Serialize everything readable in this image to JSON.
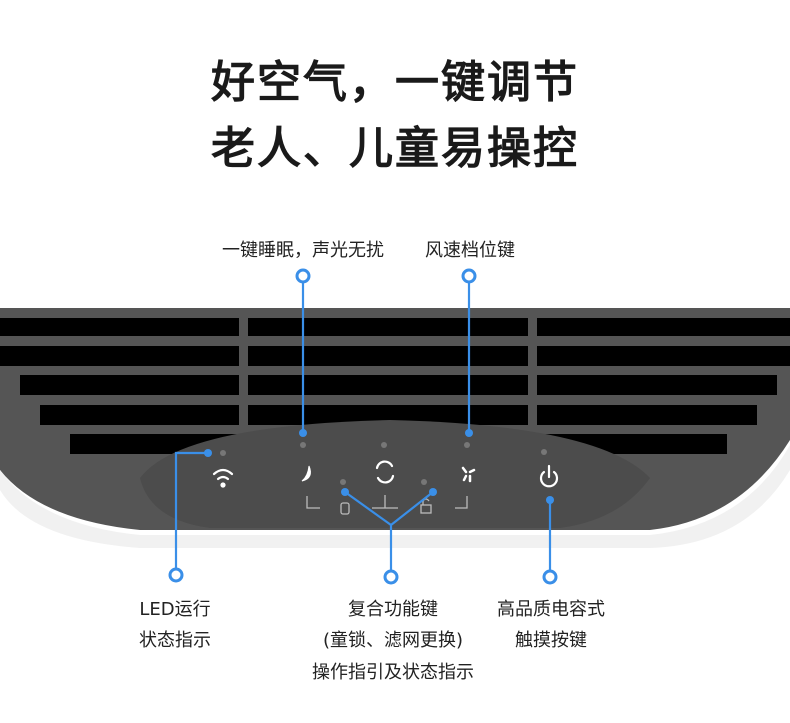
{
  "headline": {
    "line1": "好空气，一键调节",
    "line2": "老人、儿童易操控"
  },
  "callouts": {
    "sleep": "一键睡眠，声光无扰",
    "fan": "风速档位键",
    "led": {
      "line1": "LED运行",
      "line2": "状态指示"
    },
    "multi": {
      "line1": "复合功能键",
      "line2": "(童锁、滤网更换)",
      "line3": "操作指引及状态指示"
    },
    "touch": {
      "line1": "高品质电容式",
      "line2": "触摸按键"
    }
  },
  "colors": {
    "accent": "#3a8fe8",
    "panel": "#4a4a4a",
    "grille": "#000000"
  }
}
